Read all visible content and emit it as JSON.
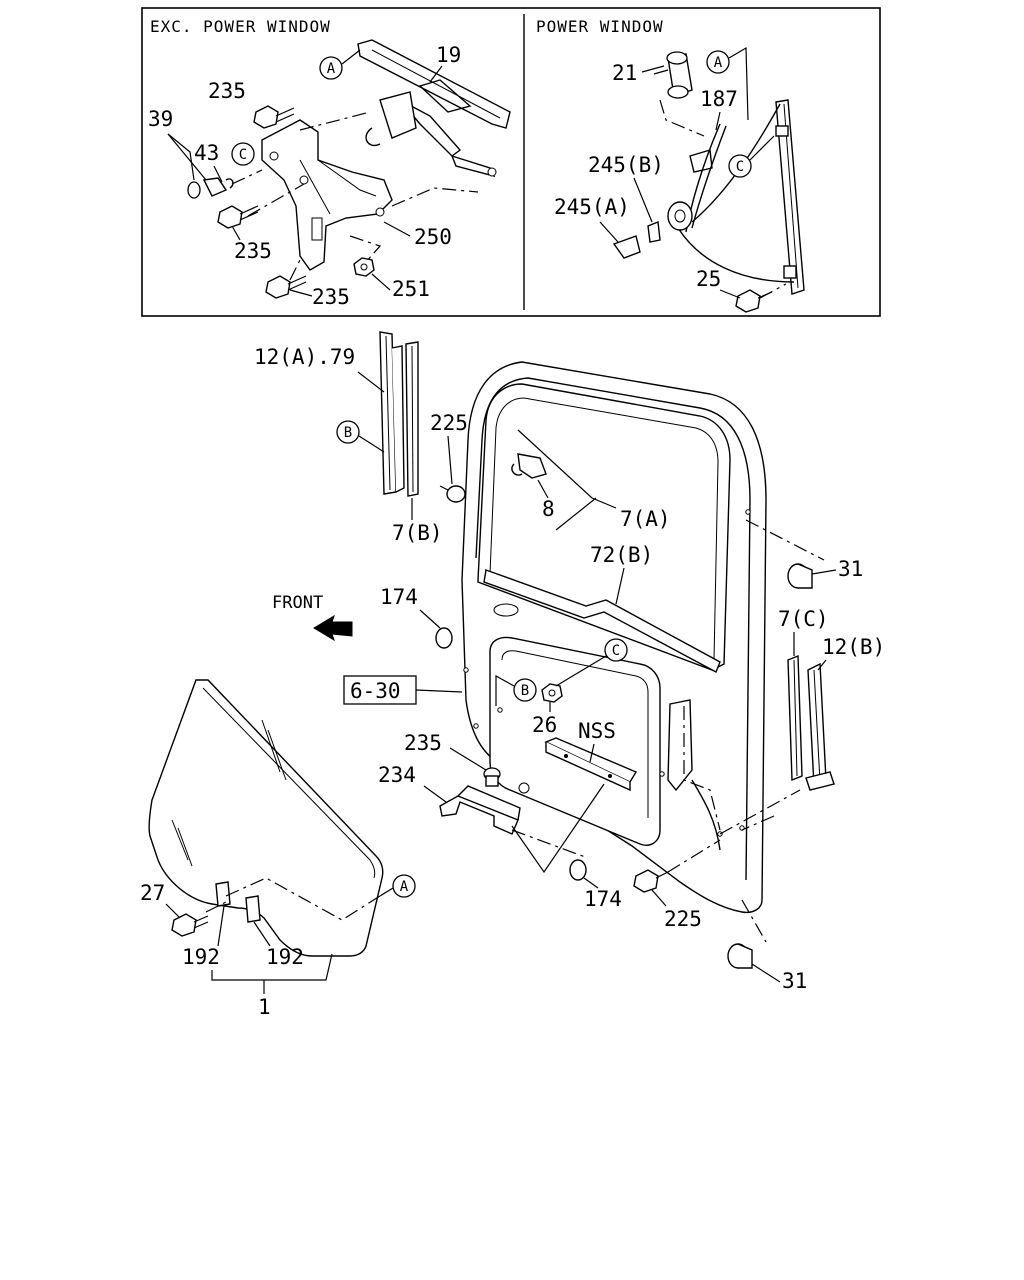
{
  "panels": {
    "left_title": "EXC. POWER WINDOW",
    "right_title": "POWER WINDOW"
  },
  "callouts": {
    "a": "A",
    "b": "B",
    "c": "C"
  },
  "labels": {
    "p19": "19",
    "p235_top": "235",
    "p39": "39",
    "p43": "43",
    "p235_mid": "235",
    "p250": "250",
    "p235_bot": "235",
    "p251": "251",
    "p21": "21",
    "p187": "187",
    "p245b": "245(B)",
    "p245a": "245(A)",
    "p25": "25",
    "p12a79": "12(A).79",
    "p225_top": "225",
    "p8": "8",
    "p7a": "7(A)",
    "p7b": "7(B)",
    "p31_top": "31",
    "p72b": "72(B)",
    "front": "FRONT",
    "p174_top": "174",
    "p7c": "7(C)",
    "p12b": "12(B)",
    "ref630": "6-30",
    "p26": "26",
    "nss": "NSS",
    "p235_door": "235",
    "p234": "234",
    "p27": "27",
    "p192_left": "192",
    "p192_right": "192",
    "p1": "1",
    "p174_bot": "174",
    "p225_bot": "225",
    "p31_bot": "31"
  }
}
